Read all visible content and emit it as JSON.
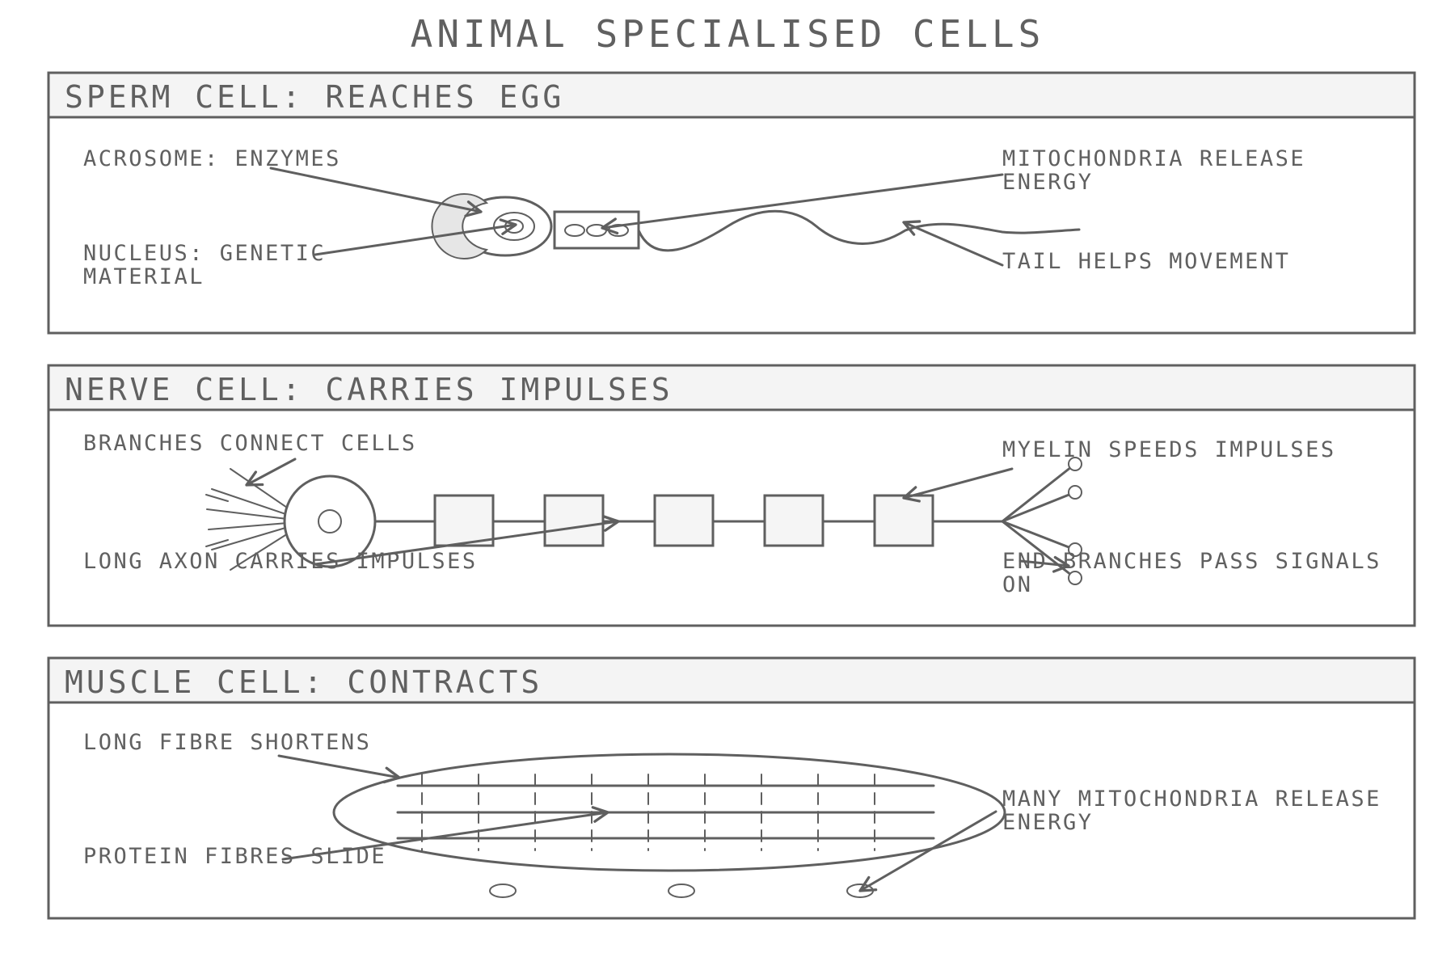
{
  "title": "ANIMAL SPECIALISED CELLS",
  "panels": {
    "sperm": {
      "title": "SPERM CELL: REACHES EGG",
      "labels": {
        "acrosome": "ACROSOME: ENZYMES",
        "nucleus": [
          "NUCLEUS: GENETIC",
          "MATERIAL"
        ],
        "mitochondria": [
          "MITOCHONDRIA RELEASE",
          "ENERGY"
        ],
        "tail": "TAIL HELPS MOVEMENT"
      }
    },
    "nerve": {
      "title": "NERVE CELL: CARRIES IMPULSES",
      "labels": {
        "branches": "BRANCHES CONNECT CELLS",
        "axon": "LONG AXON CARRIES IMPULSES",
        "myelin": "MYELIN SPEEDS IMPULSES",
        "end_branches": [
          "END BRANCHES PASS SIGNALS",
          "ON"
        ]
      }
    },
    "muscle": {
      "title": "MUSCLE CELL: CONTRACTS",
      "labels": {
        "fibre": "LONG FIBRE SHORTENS",
        "protein": "PROTEIN FIBRES SLIDE",
        "mitochondria": [
          "MANY MITOCHONDRIA RELEASE",
          "ENERGY"
        ]
      }
    }
  },
  "colors": {
    "stroke": "#5f5f5f",
    "panel_header": "#f4f4f4",
    "nucleus_fill": "#e6e6e6",
    "segment_fill": "#f5f5f5"
  }
}
